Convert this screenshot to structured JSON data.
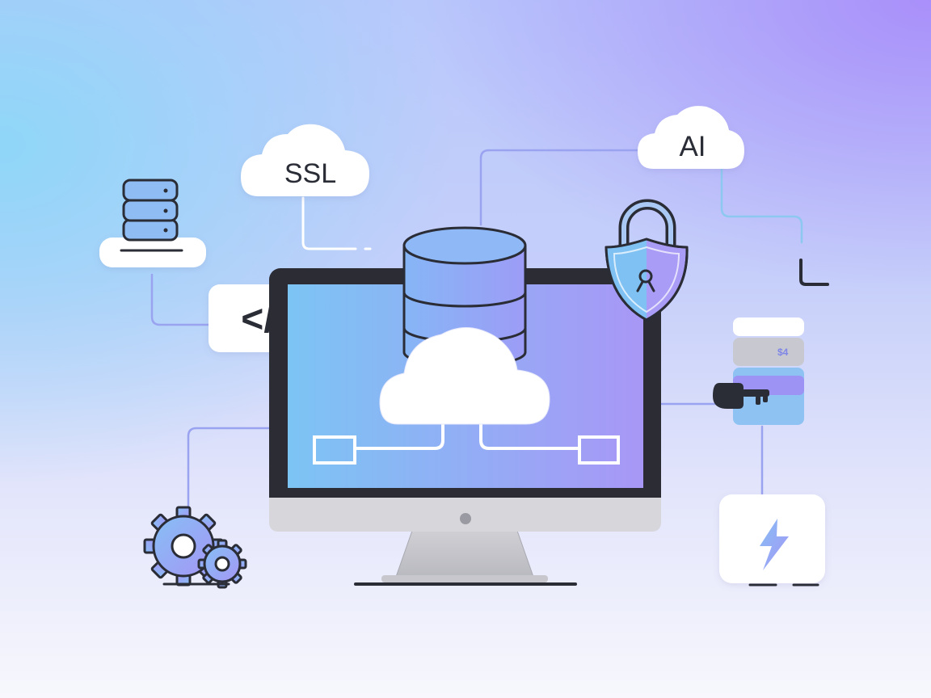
{
  "labels": {
    "ssl": "SSL",
    "ai": "AI",
    "code": "</>",
    "badge": "$4"
  },
  "colors": {
    "outline": "#2a2c36",
    "accent_blue": "#7fb6f2",
    "accent_purple": "#a89bf5",
    "connector": "#9aa3f0",
    "white": "#ffffff"
  },
  "icons": [
    "database-server-icon",
    "ssl-cloud-icon",
    "ai-cloud-icon",
    "code-icon",
    "gear-icon",
    "monitor-icon",
    "cloud-network-icon",
    "padlock-shield-icon",
    "key-icon",
    "server-stack-icon",
    "lightning-icon"
  ]
}
